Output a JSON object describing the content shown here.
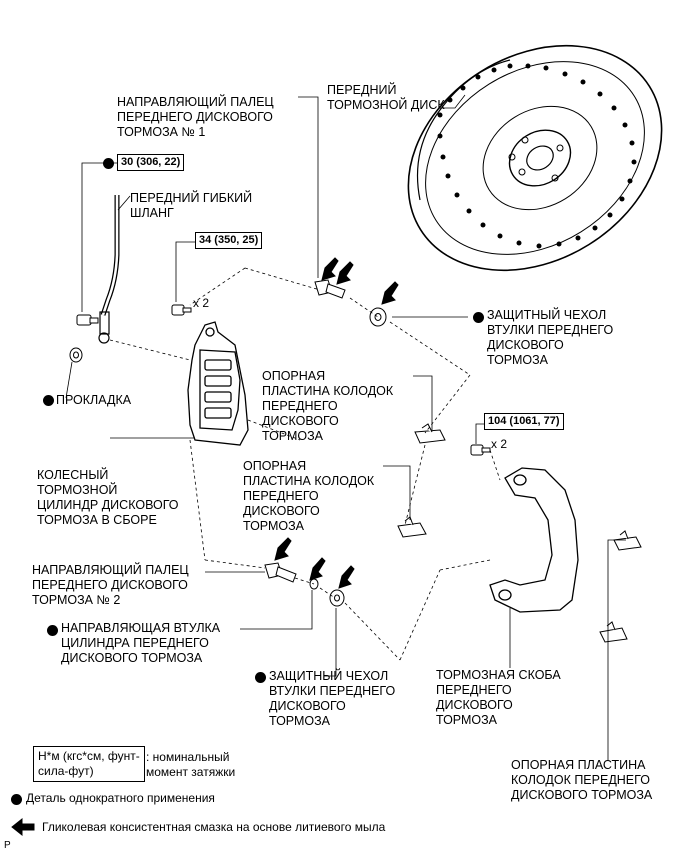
{
  "labels": {
    "front_disc": "ПЕРЕДНИЙ\nТОРМОЗНОЙ ДИСК",
    "guide_pin_1": "НАПРАВЛЯЮЩИЙ ПАЛЕЦ\nПЕРЕДНЕГО ДИСКОВОГО\nТОРМОЗА № 1",
    "flex_hose": "ПЕРЕДНИЙ ГИБКИЙ\nШЛАНГ",
    "boot_top": "ЗАЩИТНЫЙ ЧЕХОЛ\nВТУЛКИ ПЕРЕДНЕГО\nДИСКОВОГО\nТОРМОЗА",
    "gasket": "ПРОКЛАДКА",
    "shim_plate_1": "ОПОРНАЯ\nПЛАСТИНА КОЛОДОК\nПЕРЕДНЕГО\nДИСКОВОГО\nТОРМОЗА",
    "shim_plate_2": "ОПОРНАЯ\nПЛАСТИНА КОЛОДОК\nПЕРЕДНЕГО\nДИСКОВОГО\nТОРМОЗА",
    "cylinder": "КОЛЕСНЫЙ\nТОРМОЗНОЙ\nЦИЛИНДР ДИСКОВОГО\nТОРМОЗА В СБОРЕ",
    "guide_pin_2": "НАПРАВЛЯЮЩИЙ ПАЛЕЦ\nПЕРЕДНЕГО ДИСКОВОГО\nТОРМОЗА № 2",
    "guide_bushing": "НАПРАВЛЯЮЩАЯ ВТУЛКА\nЦИЛИНДРА ПЕРЕДНЕГО\nДИСКОВОГО ТОРМОЗА",
    "boot_bottom": "ЗАЩИТНЫЙ ЧЕХОЛ\nВТУЛКИ ПЕРЕДНЕГО\nДИСКОВОГО\nТОРМОЗА",
    "caliper_mount": "ТОРМОЗНАЯ СКОБА\nПЕРЕДНЕГО\nДИСКОВОГО\nТОРМОЗА",
    "shim_plate_3": "ОПОРНАЯ ПЛАСТИНА\nКОЛОДОК ПЕРЕДНЕГО\nДИСКОВОГО ТОРМОЗА"
  },
  "torques": {
    "union_bolt": "30 (306, 22)",
    "cylinder_bolt": "34 (350, 25)",
    "mount_bolt": "104 (1061, 77)"
  },
  "quantities": {
    "cylinder_bolt": "x 2",
    "mount_bolt": "x 2"
  },
  "legend": {
    "torque_units": "Н*м (кгс*см, фунт-\nсила-фут)",
    "torque_desc": ": номинальный\nмомент затяжки",
    "non_reusable": "Деталь однократного применения",
    "grease": "Гликолевая консистентная смазка на основе литиевого мыла"
  },
  "corner_mark": "P"
}
